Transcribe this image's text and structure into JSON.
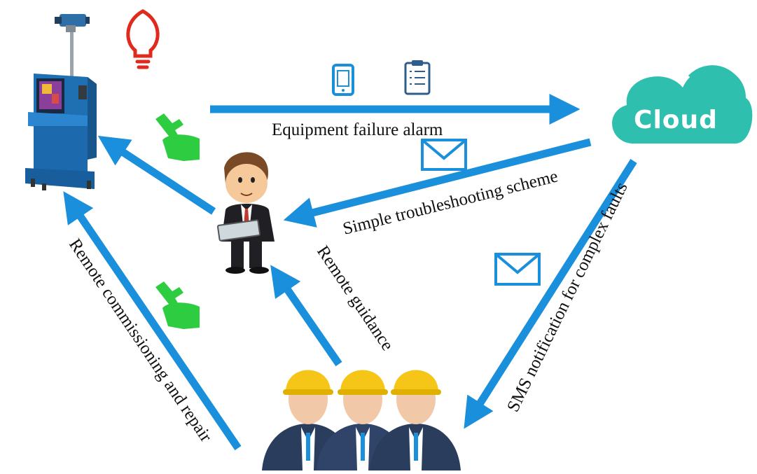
{
  "diagram": {
    "nodes": {
      "cloud": {
        "label": "Cloud",
        "icon": "cloud-icon",
        "color": "#2ebfae"
      },
      "device": {
        "icon": "equipment-kiosk-icon"
      },
      "engineer": {
        "icon": "businessman-icon"
      },
      "workers": {
        "icon": "maintenance-workers-icon"
      }
    },
    "edges": {
      "equipment_failure_alarm": "Equipment failure alarm",
      "simple_troubleshooting_scheme": "Simple troubleshooting scheme",
      "sms_notification": "SMS notification for complex faults",
      "remote_guidance": "Remote guidance",
      "remote_commissioning": "Remote commissioning and repair"
    },
    "icons": [
      "lightbulb-icon",
      "phone-icon",
      "clipboard-icon",
      "envelope-icon",
      "wrench-hand-icon"
    ],
    "colors": {
      "arrow": "#1a8fdc",
      "bulb": "#e02a1d",
      "wrench": "#2ecc40",
      "cloud": "#2ebfae",
      "helmet": "#f5c518"
    }
  }
}
